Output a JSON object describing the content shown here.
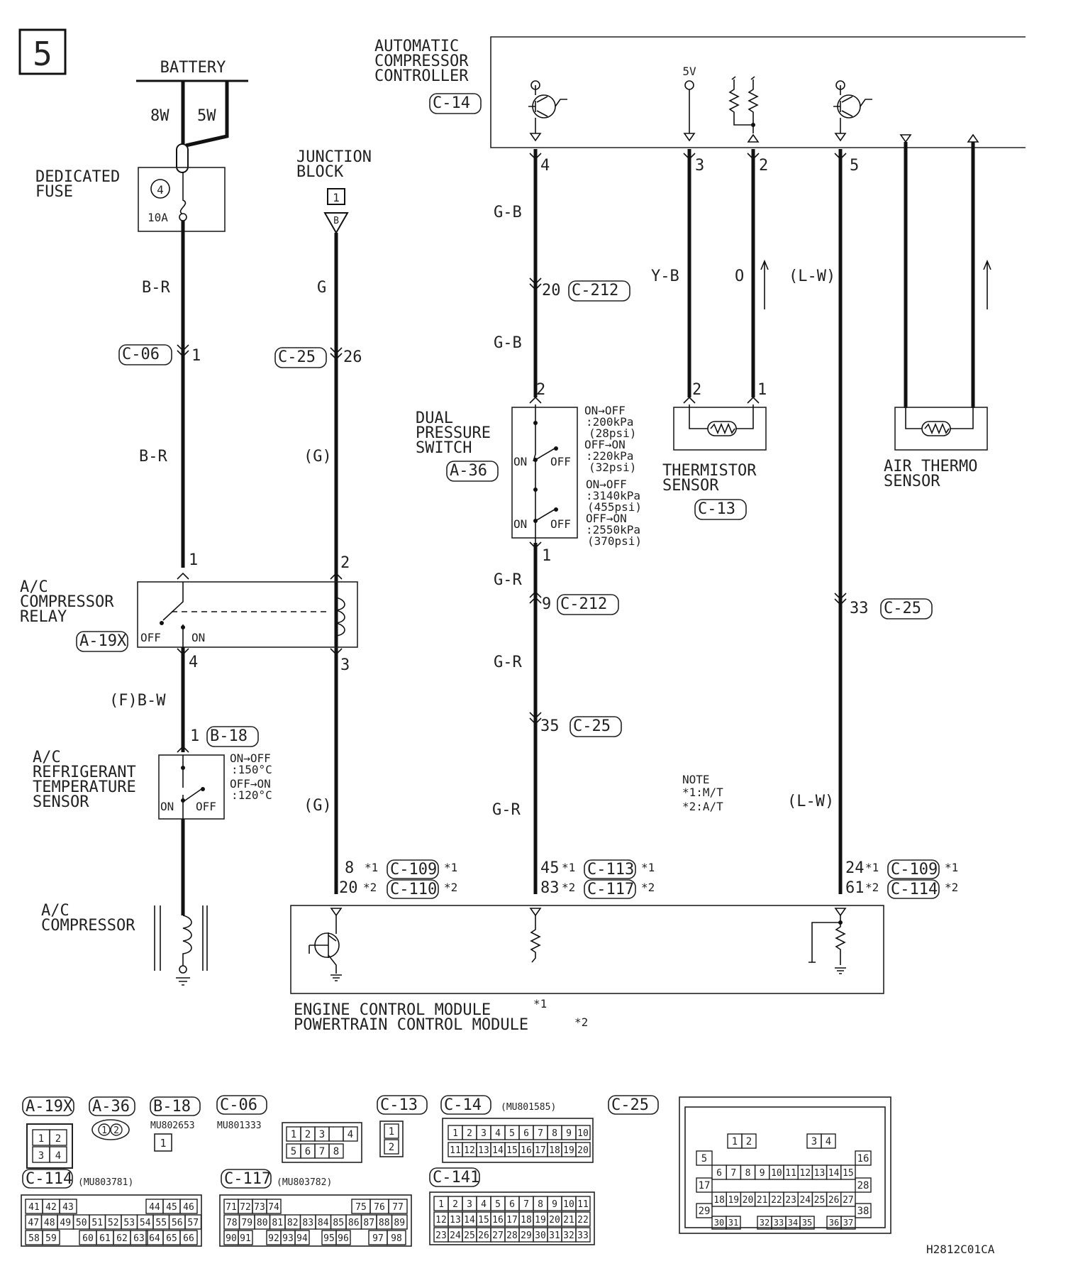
{
  "page_number": "5",
  "battery": {
    "label": "BATTERY",
    "wire_a": "8W",
    "wire_b": "5W"
  },
  "dedicated_fuse": {
    "label_1": "DEDICATED",
    "label_2": "FUSE",
    "number": "4",
    "rating": "10A"
  },
  "junction_block": {
    "label_1": "JUNCTION",
    "label_2": "BLOCK",
    "number": "1",
    "terminal": "B"
  },
  "acc": {
    "label_1": "AUTOMATIC",
    "label_2": "COMPRESSOR",
    "label_3": "CONTROLLER",
    "connector": "C-14",
    "supply": "5V"
  },
  "wires": {
    "br1": "B-R",
    "br2": "B-R",
    "g1": "G",
    "g2": "(G)",
    "g3": "(G)",
    "gb1": "G-B",
    "gb2": "G-B",
    "gr1": "G-R",
    "gr2": "G-R",
    "gr3": "G-R",
    "yb": "Y-B",
    "o": "O",
    "lw1": "(L-W)",
    "lw2": "(L-W)",
    "fbw": "(F)B-W"
  },
  "pins": {
    "c06_1": "1",
    "c25_26": "26",
    "acc_4": "4",
    "acc_3": "3",
    "acc_2": "2",
    "acc_5": "5",
    "c212_20": "20",
    "dps_2": "2",
    "dps_1": "1",
    "c212_9": "9",
    "c25_35": "35",
    "therm_2": "2",
    "therm_1": "1",
    "c25_33": "33",
    "relay_1": "1",
    "relay_2": "2",
    "relay_4": "4",
    "relay_3": "3",
    "b18_1": "1",
    "ecm_g1": "8",
    "ecm_g2": "20",
    "ecm_gr1": "45",
    "ecm_gr2": "83",
    "ecm_lw1": "24",
    "ecm_lw2": "61"
  },
  "connectors": {
    "c06": "C-06",
    "c25a": "C-25",
    "c212a": "C-212",
    "c212b": "C-212",
    "c25b": "C-25",
    "c25c": "C-25",
    "a36": "A-36",
    "c13": "C-13",
    "a19x": "A-19X",
    "b18": "B-18",
    "c109a": "C-109",
    "c110": "C-110",
    "c113": "C-113",
    "c117": "C-117",
    "c109b": "C-109",
    "c114": "C-114"
  },
  "stars": {
    "s1": "*1",
    "s2": "*2"
  },
  "dual_pressure_switch": {
    "label_1": "DUAL",
    "label_2": "PRESSURE",
    "label_3": "SWITCH",
    "on": "ON",
    "off": "OFF",
    "spec": [
      "ON→OFF",
      ":200kPa",
      "(28psi)",
      "OFF→ON",
      ":220kPa",
      "(32psi)",
      "ON→OFF",
      ":3140kPa",
      "(455psi)",
      "OFF→ON",
      ":2550kPa",
      "(370psi)"
    ]
  },
  "thermistor": {
    "label_1": "THERMISTOR",
    "label_2": "SENSOR"
  },
  "air_thermo": {
    "label_1": "AIR THERMO",
    "label_2": "SENSOR"
  },
  "relay": {
    "label_1": "A/C",
    "label_2": "COMPRESSOR",
    "label_3": "RELAY",
    "off": "OFF",
    "on": "ON"
  },
  "refrigerant_sensor": {
    "label_1": "A/C",
    "label_2": "REFRIGERANT",
    "label_3": "TEMPERATURE",
    "label_4": "SENSOR",
    "on": "ON",
    "off": "OFF",
    "spec": [
      "ON→OFF",
      ":150°C",
      "OFF→ON",
      ":120°C"
    ]
  },
  "compressor": {
    "label_1": "A/C",
    "label_2": "COMPRESSOR"
  },
  "note": {
    "title": "NOTE",
    "l1": "*1:M/T",
    "l2": "*2:A/T"
  },
  "ecm": {
    "label_1": "ENGINE CONTROL MODULE",
    "label_2": "POWERTRAIN CONTROL MODULE"
  },
  "legend": {
    "a19x": "A-19X",
    "a36": "A-36",
    "b18": "B-18",
    "c06": "C-06",
    "c13": "C-13",
    "c14": "C-14",
    "c25": "C-25",
    "c114": "C-114",
    "c117": "C-117",
    "c141": "C-141",
    "pn_b18": "MU802653",
    "pn_c06": "MU801333",
    "pn_c14": "(MU801585)",
    "pn_c114": "(MU803781)",
    "pn_c117": "(MU803782)",
    "a19x_pins": [
      "1",
      "2",
      "3",
      "4"
    ],
    "a36_pins": [
      "1",
      "2"
    ],
    "b18_pins": [
      "1"
    ],
    "c06_pins": [
      "1",
      "2",
      "3",
      "4",
      "5",
      "6",
      "7",
      "8"
    ],
    "c13_pins": [
      "1",
      "2"
    ],
    "c14_row1": [
      "1",
      "2",
      "3",
      "4",
      "5",
      "6",
      "7",
      "8",
      "9",
      "10"
    ],
    "c14_row2": [
      "11",
      "12",
      "13",
      "14",
      "15",
      "16",
      "17",
      "18",
      "19",
      "20"
    ],
    "c114_row1": [
      "41",
      "42",
      "43",
      "44",
      "45",
      "46"
    ],
    "c114_row2": [
      "47",
      "48",
      "49",
      "50",
      "51",
      "52",
      "53",
      "54",
      "55",
      "56",
      "57"
    ],
    "c114_row3": [
      "58",
      "59",
      "60",
      "61",
      "62",
      "63",
      "64",
      "65",
      "66"
    ],
    "c117_row1": [
      "71",
      "72",
      "73",
      "74",
      "75",
      "76",
      "77"
    ],
    "c117_row2": [
      "78",
      "79",
      "80",
      "81",
      "82",
      "83",
      "84",
      "85",
      "86",
      "87",
      "88",
      "89"
    ],
    "c117_row3": [
      "90",
      "91",
      "92",
      "93",
      "94",
      "95",
      "96",
      "97",
      "98"
    ],
    "c141_row1": [
      "1",
      "2",
      "3",
      "4",
      "5",
      "6",
      "7",
      "8",
      "9",
      "10",
      "11"
    ],
    "c141_row2": [
      "12",
      "13",
      "14",
      "15",
      "16",
      "17",
      "18",
      "19",
      "20",
      "21",
      "22"
    ],
    "c141_row3": [
      "23",
      "24",
      "25",
      "26",
      "27",
      "28",
      "29",
      "30",
      "31",
      "32",
      "33"
    ],
    "c25_row1": [
      "1",
      "2",
      "3",
      "4"
    ],
    "c25_row2": [
      "5",
      "16"
    ],
    "c25_row3": [
      "6",
      "7",
      "8",
      "9",
      "10",
      "11",
      "12",
      "13",
      "14",
      "15"
    ],
    "c25_row4": [
      "17",
      "28"
    ],
    "c25_row5": [
      "18",
      "19",
      "20",
      "21",
      "22",
      "23",
      "24",
      "25",
      "26",
      "27"
    ],
    "c25_row6": [
      "29",
      "38"
    ],
    "c25_row7": [
      "30",
      "31",
      "32",
      "33",
      "34",
      "35",
      "36",
      "37"
    ]
  },
  "code": "H2812C01CA"
}
